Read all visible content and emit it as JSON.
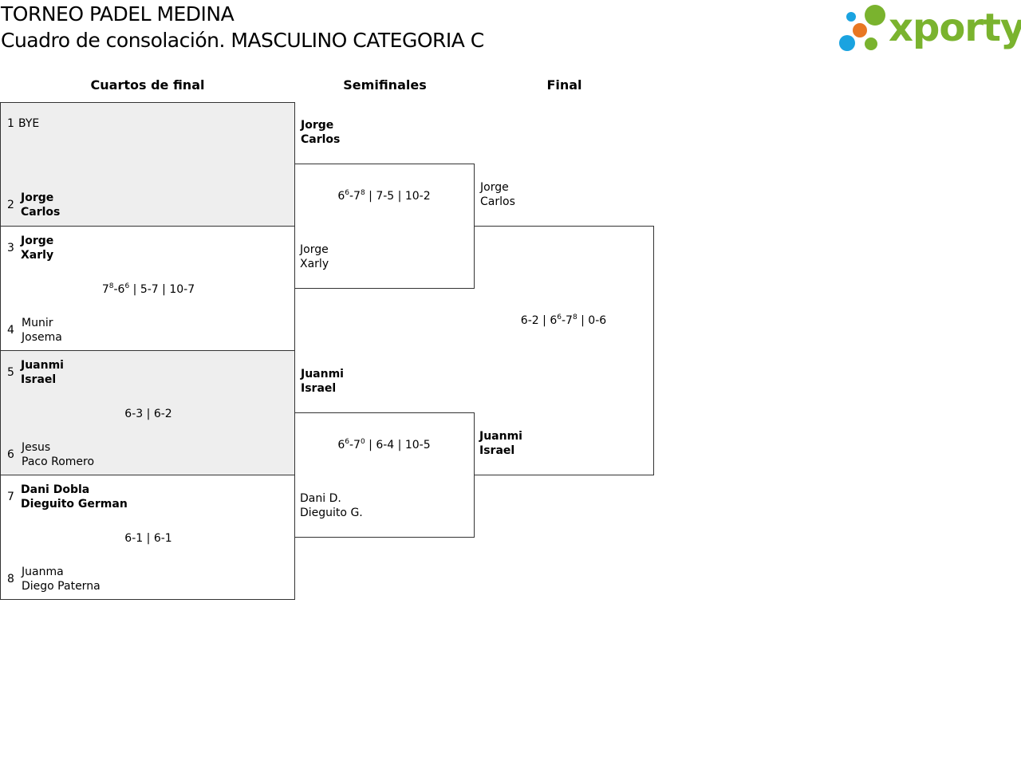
{
  "header": {
    "title": "TORNEO PADEL MEDINA",
    "subtitle": "Cuadro de consolación. MASCULINO CATEGORIA C"
  },
  "logo": {
    "text": "xporty",
    "colors": {
      "green": "#7ab32e",
      "blue": "#1aa3e0",
      "orange": "#e87722"
    }
  },
  "rounds": [
    "Cuartos de final",
    "Semifinales",
    "Final"
  ],
  "quarterfinals": [
    {
      "top": {
        "seed": "1",
        "players": [
          "BYE"
        ]
      },
      "bottom": {
        "seed": "2",
        "players": [
          "Jorge",
          "Carlos"
        ]
      },
      "score": null
    },
    {
      "top": {
        "seed": "3",
        "players": [
          "Jorge",
          "Xarly"
        ]
      },
      "bottom": {
        "seed": "4",
        "players": [
          "Munir",
          "Josema"
        ]
      },
      "score": {
        "sets": [
          [
            "7",
            "8",
            "6",
            "6"
          ],
          [
            "5",
            "",
            "7",
            ""
          ],
          [
            "10",
            "",
            "7",
            ""
          ]
        ]
      }
    },
    {
      "top": {
        "seed": "5",
        "players": [
          "Juanmi",
          "Israel"
        ]
      },
      "bottom": {
        "seed": "6",
        "players": [
          "Jesus",
          "Paco Romero"
        ]
      },
      "score": {
        "sets": [
          [
            "6",
            "",
            "3",
            ""
          ],
          [
            "6",
            "",
            "2",
            ""
          ]
        ]
      }
    },
    {
      "top": {
        "seed": "7",
        "players": [
          "Dani Dobla",
          "Dieguito German"
        ]
      },
      "bottom": {
        "seed": "8",
        "players": [
          "Juanma",
          "Diego Paterna"
        ]
      },
      "score": {
        "sets": [
          [
            "6",
            "",
            "1",
            ""
          ],
          [
            "6",
            "",
            "1",
            ""
          ]
        ]
      }
    }
  ],
  "semifinals": [
    {
      "top": {
        "players": [
          "Jorge",
          "Carlos"
        ]
      },
      "bottom": {
        "players": [
          "Jorge",
          "Xarly"
        ]
      },
      "score": {
        "sets": [
          [
            "6",
            "6",
            "7",
            "8"
          ],
          [
            "7",
            "",
            "5",
            ""
          ],
          [
            "10",
            "",
            "2",
            ""
          ]
        ]
      }
    },
    {
      "top": {
        "players": [
          "Juanmi",
          "Israel"
        ]
      },
      "bottom": {
        "players": [
          "Dani D.",
          "Dieguito G."
        ]
      },
      "score": {
        "sets": [
          [
            "6",
            "6",
            "7",
            "0"
          ],
          [
            "6",
            "",
            "4",
            ""
          ],
          [
            "10",
            "",
            "5",
            ""
          ]
        ]
      }
    }
  ],
  "final": {
    "top": {
      "players": [
        "Jorge",
        "Carlos"
      ]
    },
    "bottom": {
      "players": [
        "Juanmi",
        "Israel"
      ]
    },
    "score": {
      "sets": [
        [
          "6",
          "",
          "2",
          ""
        ],
        [
          "6",
          "6",
          "7",
          "8"
        ],
        [
          "0",
          "",
          "6",
          ""
        ]
      ]
    }
  }
}
